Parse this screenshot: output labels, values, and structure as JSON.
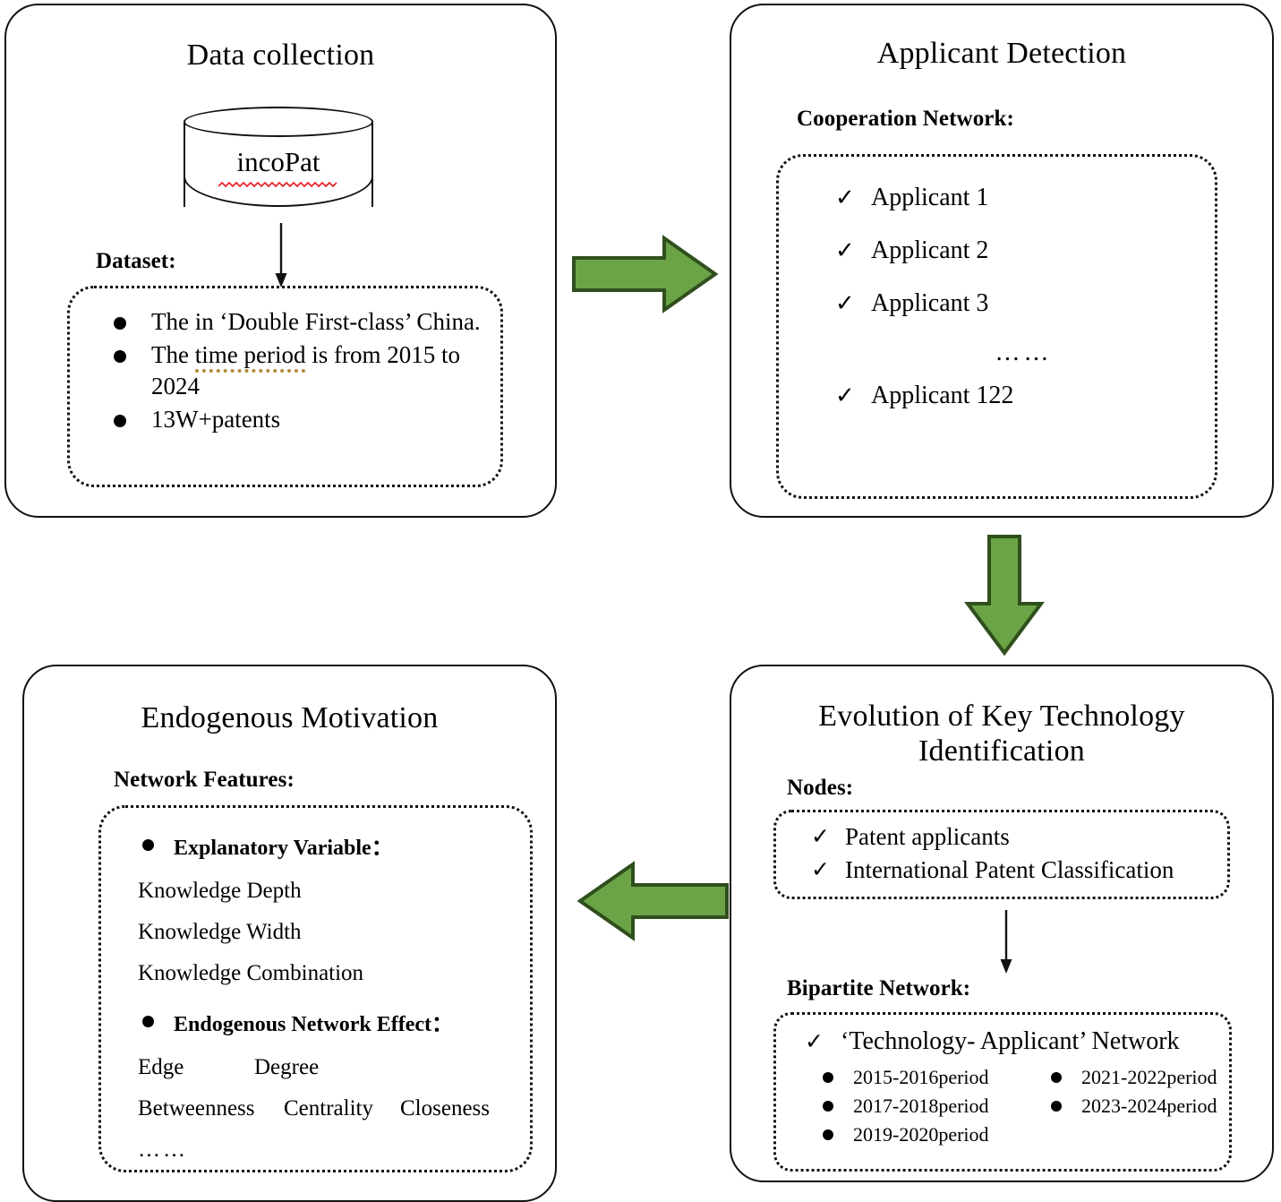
{
  "colors": {
    "arrow_fill": "#6ba446",
    "arrow_stroke": "#2f4f1d",
    "spell_underline_red": "#e8282d",
    "grammar_underline_orange": "#b58b3a",
    "outline": "#111111"
  },
  "panels": {
    "data_collection": {
      "title": "Data collection",
      "database_name": "incoPat",
      "dataset_label": "Dataset:",
      "dataset_items": [
        {
          "pre": "The in ‘Double First-class’ China.",
          "underlined": "",
          "post": ""
        },
        {
          "pre": "The ",
          "underlined": "time period",
          "post": " is from 2015 to 2024"
        },
        {
          "pre": "13W+patents",
          "underlined": "",
          "post": ""
        }
      ]
    },
    "applicant_detection": {
      "title": "Applicant Detection",
      "section_label": "Cooperation Network:",
      "check_icon": "✓",
      "applicants": [
        "Applicant 1",
        "Applicant 2",
        "Applicant 3"
      ],
      "ellipsis": "……",
      "last_applicant": "Applicant 122"
    },
    "endogenous_motivation": {
      "title": "Endogenous Motivation",
      "section_label": "Network Features:",
      "group_1_heading": "Explanatory Variable：",
      "group_1_items": [
        "Knowledge Depth",
        "Knowledge  Width",
        "Knowledge Combination"
      ],
      "group_2_heading": "Endogenous Network Effect：",
      "group_2_row_1": [
        "Edge",
        "Degree"
      ],
      "group_2_row_2": [
        "Betweenness",
        "Centrality",
        "Closeness"
      ],
      "ellipsis": "……"
    },
    "evolution": {
      "title_line_1": "Evolution of Key Technology",
      "title_line_2": "Identification",
      "nodes_label": "Nodes:",
      "check_icon": "✓",
      "nodes_items": [
        "Patent applicants",
        "International Patent Classification"
      ],
      "bipartite_label": "Bipartite Network:",
      "bipartite_network_name": "‘Technology- Applicant’ Network",
      "periods": [
        "2015-2016period",
        "2021-2022period",
        "2017-2018period",
        "2023-2024period",
        "2019-2020period"
      ]
    }
  },
  "arrows": {
    "data_to_applicant": "arrow-right",
    "applicant_to_evolution": "arrow-down",
    "evolution_to_motivation": "arrow-left",
    "database_to_dataset": "arrow-down-thin",
    "nodes_to_bipartite": "arrow-down-thin"
  }
}
